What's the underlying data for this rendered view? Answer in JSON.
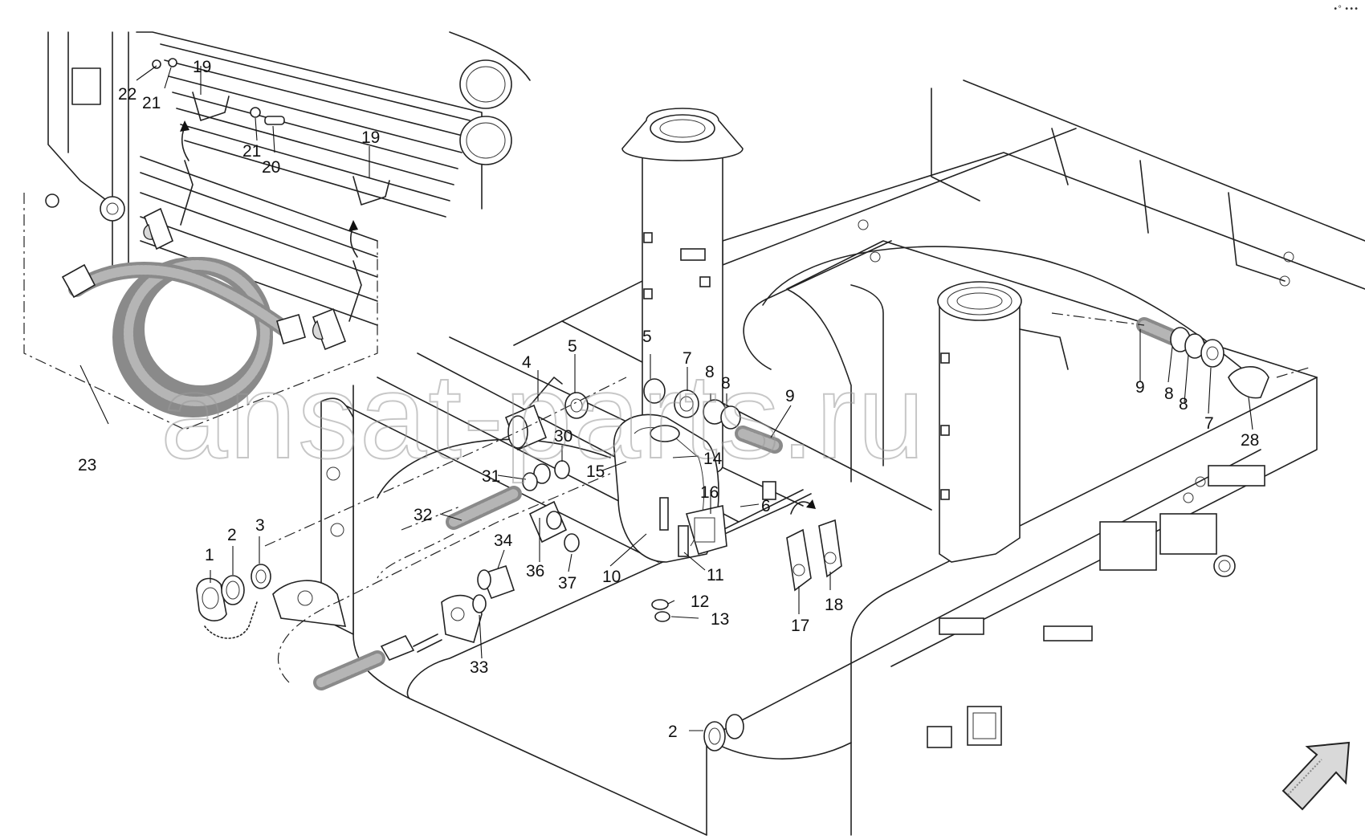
{
  "watermark": "ansat-parts.ru",
  "callouts": [
    {
      "id": "c1",
      "text": "1"
    },
    {
      "id": "c2a",
      "text": "2"
    },
    {
      "id": "c2b",
      "text": "2"
    },
    {
      "id": "c3",
      "text": "3"
    },
    {
      "id": "c4",
      "text": "4"
    },
    {
      "id": "c5a",
      "text": "5"
    },
    {
      "id": "c5b",
      "text": "5"
    },
    {
      "id": "c6",
      "text": "6"
    },
    {
      "id": "c7a",
      "text": "7"
    },
    {
      "id": "c7b",
      "text": "7"
    },
    {
      "id": "c8a",
      "text": "8"
    },
    {
      "id": "c8b",
      "text": "8"
    },
    {
      "id": "c8c",
      "text": "8"
    },
    {
      "id": "c8d",
      "text": "8"
    },
    {
      "id": "c9a",
      "text": "9"
    },
    {
      "id": "c9b",
      "text": "9"
    },
    {
      "id": "c10",
      "text": "10"
    },
    {
      "id": "c11",
      "text": "11"
    },
    {
      "id": "c12",
      "text": "12"
    },
    {
      "id": "c13",
      "text": "13"
    },
    {
      "id": "c14",
      "text": "14"
    },
    {
      "id": "c15",
      "text": "15"
    },
    {
      "id": "c16",
      "text": "16"
    },
    {
      "id": "c17",
      "text": "17"
    },
    {
      "id": "c18",
      "text": "18"
    },
    {
      "id": "c19a",
      "text": "19"
    },
    {
      "id": "c19b",
      "text": "19"
    },
    {
      "id": "c20",
      "text": "20"
    },
    {
      "id": "c21a",
      "text": "21"
    },
    {
      "id": "c21b",
      "text": "21"
    },
    {
      "id": "c22",
      "text": "22"
    },
    {
      "id": "c23",
      "text": "23"
    },
    {
      "id": "c28",
      "text": "28"
    },
    {
      "id": "c30",
      "text": "30"
    },
    {
      "id": "c31",
      "text": "31"
    },
    {
      "id": "c32",
      "text": "32"
    },
    {
      "id": "c33",
      "text": "33"
    },
    {
      "id": "c34",
      "text": "34"
    },
    {
      "id": "c36",
      "text": "36"
    },
    {
      "id": "c37",
      "text": "37"
    }
  ],
  "corner_mark": "•° •••",
  "icons": {
    "direction": "direction-arrow-icon"
  }
}
